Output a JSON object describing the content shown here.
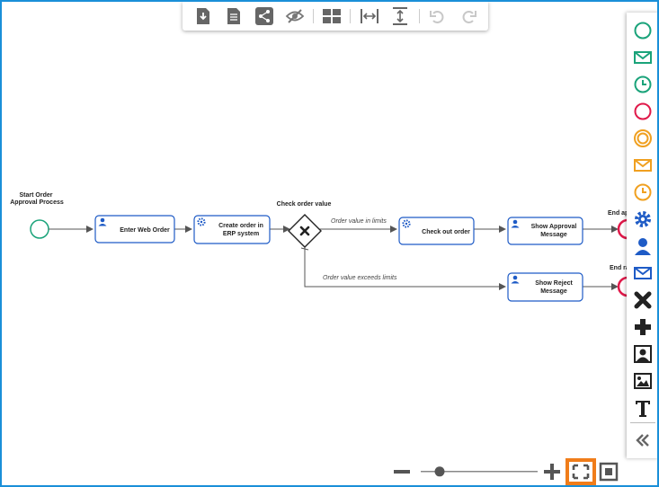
{
  "diagram": {
    "start_label_1": "Start Order",
    "start_label_2": "Approval Process",
    "gateway_label": "Check order value",
    "tasks": {
      "enter_web_order": "Enter Web Order",
      "create_order_1": "Create order in",
      "create_order_2": "ERP system",
      "check_out_order": "Check out order",
      "show_approval_1": "Show Approval",
      "show_approval_2": "Message",
      "show_reject_1": "Show Reject",
      "show_reject_2": "Message"
    },
    "flows": {
      "in_limits": "Order value in limits",
      "exceeds_limits": "Order value exceeds limits"
    },
    "end_label_1": "End ap",
    "end_label_2": "End ra"
  },
  "toolbar": {
    "buttons": [
      "download-icon",
      "document-icon",
      "share-icon",
      "hide-icon",
      "layout-icon",
      "fit-width-icon",
      "fit-height-icon",
      "undo-icon",
      "redo-icon"
    ]
  },
  "palette": {
    "items": [
      "start-event",
      "message-start-event",
      "timer-start-event",
      "end-event",
      "intermediate-event",
      "message-intermediate-event",
      "timer-intermediate-event",
      "service-task",
      "user-task",
      "message-task",
      "exclusive-gateway",
      "parallel-gateway",
      "image-task",
      "image",
      "text-annotation",
      "collapse"
    ]
  },
  "colors": {
    "start": "#1aa37a",
    "end": "#e0194a",
    "intermediate": "#f0a020",
    "task": "#1e5bc6",
    "frame": "#1a8fd8",
    "highlight": "#f07d1a"
  }
}
